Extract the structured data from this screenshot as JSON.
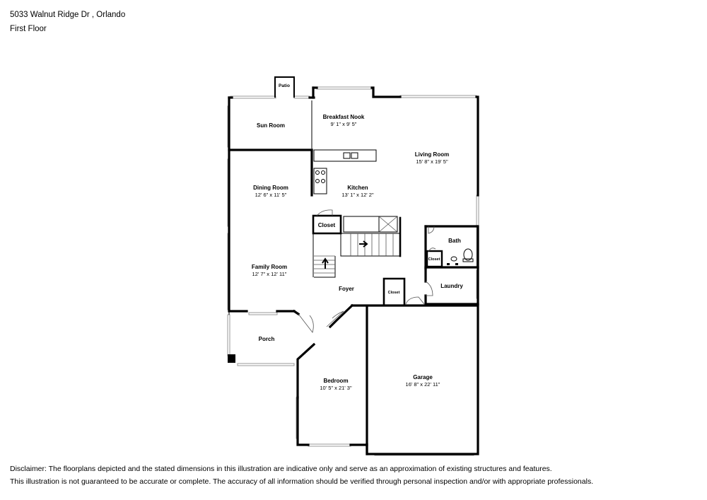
{
  "header": {
    "address": "5033 Walnut Ridge Dr , Orlando",
    "floor": "First Floor"
  },
  "rooms": {
    "patio": {
      "name": "Patio"
    },
    "sun_room": {
      "name": "Sun Room"
    },
    "breakfast_nook": {
      "name": "Breakfast Nook",
      "dims": "9' 1\" x 9' 5\""
    },
    "living_room": {
      "name": "Living Room",
      "dims": "15' 8\" x 19' 5\""
    },
    "dining_room": {
      "name": "Dining Room",
      "dims": "12' 6\" x 11' 5\""
    },
    "kitchen": {
      "name": "Kitchen",
      "dims": "13' 1\" x 12' 2\""
    },
    "closet_stairs": {
      "name": "Closet"
    },
    "bath": {
      "name": "Bath"
    },
    "closet_bath": {
      "name": "Closet"
    },
    "family_room": {
      "name": "Family Room",
      "dims": "12' 7\" x 12' 11\""
    },
    "foyer": {
      "name": "Foyer"
    },
    "closet_foyer": {
      "name": "Closet"
    },
    "laundry": {
      "name": "Laundry"
    },
    "porch": {
      "name": "Porch"
    },
    "bedroom": {
      "name": "Bedroom",
      "dims": "10' 5\" x 21' 3\""
    },
    "garage": {
      "name": "Garage",
      "dims": "16' 8\" x 22' 11\""
    }
  },
  "disclaimer": {
    "line1": "Disclaimer: The floorplans depicted and the stated dimensions in this illustration are indicative only and serve as an approximation of existing structures and features.",
    "line2": "This illustration is not guaranteed to be accurate or complete. The accuracy of all information should be verified through personal inspection and/or with appropriate professionals."
  },
  "colors": {
    "wall": "#000000",
    "window": "#999999",
    "background": "#ffffff"
  }
}
